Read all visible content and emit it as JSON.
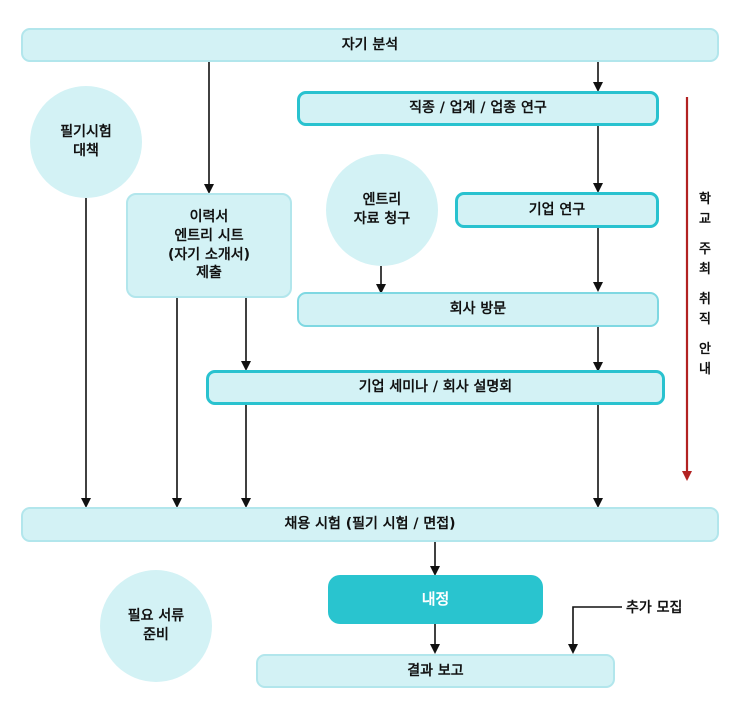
{
  "nodes": {
    "self_analysis": "자기 분석",
    "job_industry_research": "직종 / 업계 / 업종 연구",
    "exam_prep": "필기시험\n대책",
    "resume_submit": "이력서\n엔트리 시트\n(자기 소개서)\n제출",
    "entry_request": "엔트리\n자료 청구",
    "company_research": "기업 연구",
    "company_visit": "회사 방문",
    "seminar": "기업 세미나 / 회사 설명회",
    "hiring_exam": "채용 시험 (필기 시험 / 면접)",
    "docs_prep": "필요 서류\n준비",
    "offer": "내정",
    "additional_recruit": "추가 모집",
    "report": "결과 보고"
  },
  "side_label": {
    "lines": [
      "학",
      "교",
      "",
      "주",
      "최",
      "",
      "취",
      "직",
      "",
      "안",
      "내"
    ]
  },
  "colors": {
    "accent": "#29c4cf",
    "node_fill": "#d3f2f5",
    "side_arrow": "#b22222"
  }
}
